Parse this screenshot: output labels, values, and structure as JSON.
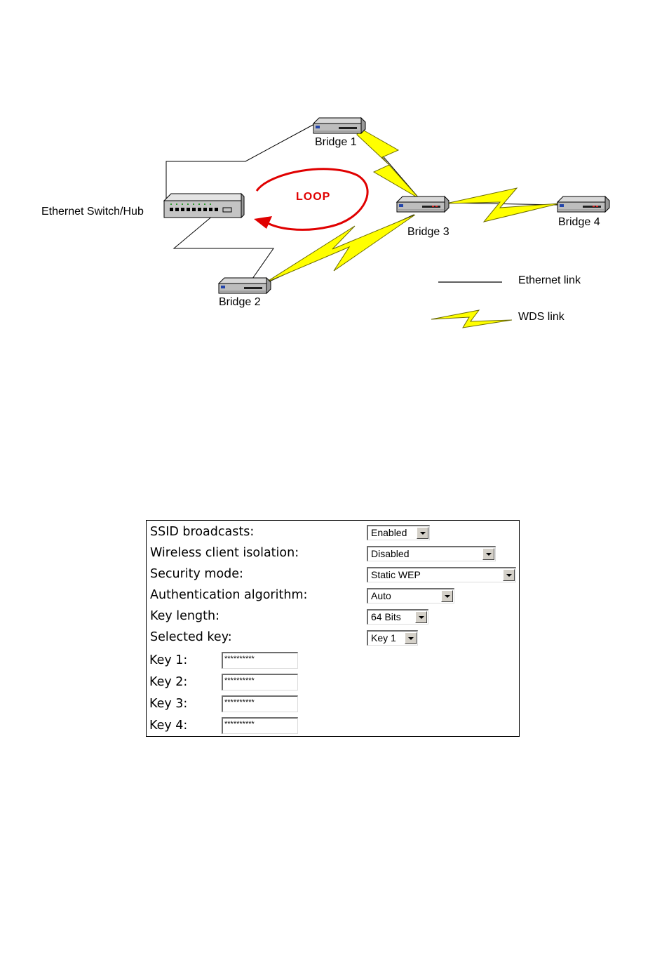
{
  "diagram": {
    "labels": {
      "bridge1": "Bridge 1",
      "bridge2": "Bridge 2",
      "bridge3": "Bridge 3",
      "bridge4": "Bridge 4",
      "switch": "Ethernet Switch/Hub",
      "loop": "LOOP"
    },
    "legend": {
      "ethernet": "Ethernet link",
      "wds": "WDS link"
    },
    "colors": {
      "wds": "#ffff00",
      "loop": "#e00000",
      "ethernet": "#000000"
    }
  },
  "form": {
    "ssid_broadcasts": {
      "label": "SSID broadcasts:",
      "value": "Enabled"
    },
    "client_isolation": {
      "label": "Wireless client isolation:",
      "value": "Disabled"
    },
    "security_mode": {
      "label": "Security mode:",
      "value": "Static WEP"
    },
    "auth_algorithm": {
      "label": "Authentication algorithm:",
      "value": "Auto"
    },
    "key_length": {
      "label": "Key length:",
      "value": "64 Bits"
    },
    "selected_key": {
      "label": "Selected key:",
      "value": "Key 1"
    },
    "keys": [
      {
        "label": "Key 1:",
        "value": "**********"
      },
      {
        "label": "Key 2:",
        "value": "**********"
      },
      {
        "label": "Key 3:",
        "value": "**********"
      },
      {
        "label": "Key 4:",
        "value": "**********"
      }
    ]
  }
}
